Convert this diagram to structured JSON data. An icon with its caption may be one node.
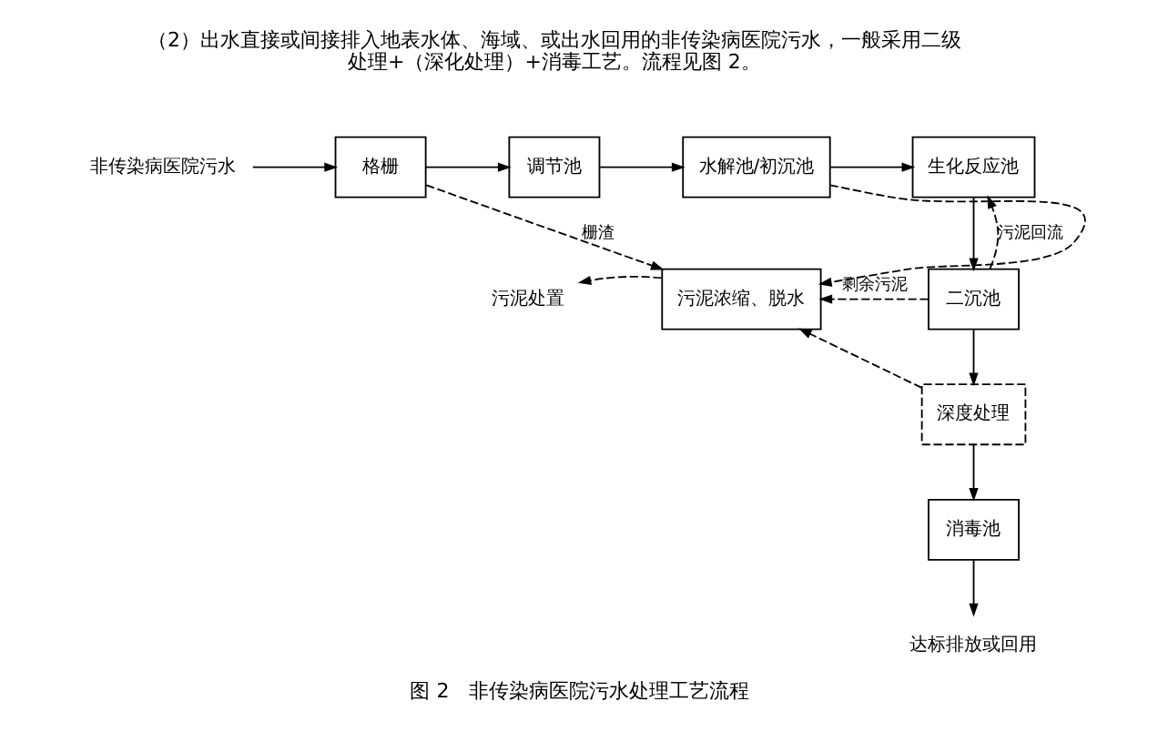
{
  "diagram": {
    "caption": "图 2　非传染病医院污水处理工艺流程",
    "nodes": [
      {
        "text": [
          "非传染病医院污水"
        ]
      },
      {
        "text": [
          "格栅"
        ]
      },
      {
        "text": [
          "调节池"
        ]
      },
      {
        "text": [
          "水解池/初沉池"
        ]
      },
      {
        "text": [
          "生化反应池"
        ]
      },
      {
        "text": [
          "二沉池"
        ]
      },
      {
        "text": [
          "深度处理"
        ]
      },
      {
        "text": [
          "消毒池"
        ]
      },
      {
        "text": [
          "达标排放或回用"
        ]
      },
      {
        "text": [
          "污泥浓缩、脱水"
        ]
      },
      {
        "text": [
          "污泥处置"
        ]
      }
    ],
    "edges": [
      {
        "from": 0,
        "to": 1,
        "arrow": "to"
      },
      {
        "from": 1,
        "to": 2,
        "arrow": "to"
      },
      {
        "from": 2,
        "to": 3,
        "arrow": "to"
      },
      {
        "from": 3,
        "to": 4,
        "arrow": "to"
      },
      {
        "from": 4,
        "to": 5,
        "arrow": "to"
      },
      {
        "from": 5,
        "to": 6,
        "arrow": "to"
      },
      {
        "from": 6,
        "to": 7,
        "arrow": "to"
      },
      {
        "from": 7,
        "to": 8,
        "arrow": "to"
      },
      {
        "from": 1,
        "to": 9,
        "arrow": "to",
        "label": "栅渣",
        "style": "dashed"
      },
      {
        "from": 3,
        "to": 9,
        "arrow": "to",
        "style": "dashed"
      },
      {
        "from": 5,
        "to": 9,
        "arrow": "to",
        "label": "剩余污泥",
        "style": "dashed"
      },
      {
        "from": 6,
        "to": 9,
        "arrow": "to",
        "style": "dashed"
      },
      {
        "from": 5,
        "to": 4,
        "arrow": "to",
        "label": "污泥回流",
        "style": "dashed"
      },
      {
        "from": 9,
        "to": 10,
        "arrow": "to",
        "style": "dashed"
      }
    ],
    "labels": [
      "（2）出水直接或间接排入地表水体、海域、或出水回用的非传染病医院污水，一般采用二级处理+（深化处理）+消毒工艺。流程见图 2。"
    ]
  }
}
